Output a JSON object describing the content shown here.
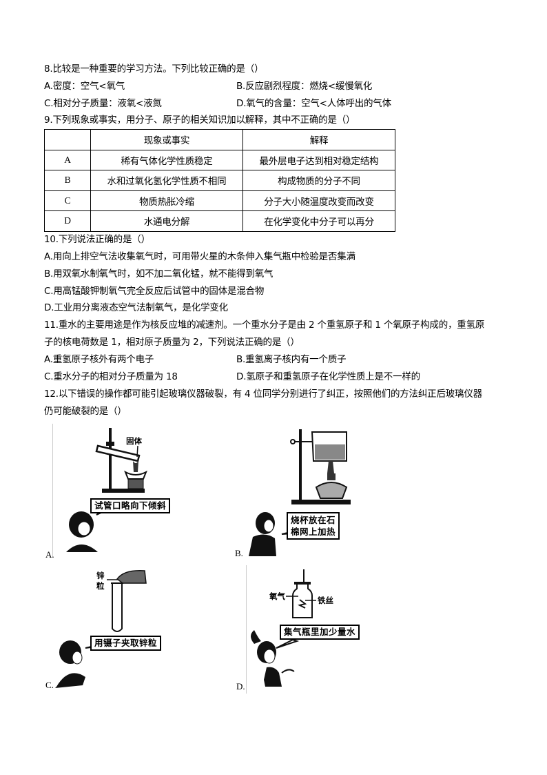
{
  "q8": {
    "stem": "8.比较是一种重要的学习方法。下列比较正确的是（）",
    "options": [
      "A.密度：空气<氧气",
      "B.反应剧烈程度：燃烧<缓慢氧化",
      "C.相对分子质量：液氧<液氮",
      "D.氧气的含量：空气<人体呼出的气体"
    ]
  },
  "q9": {
    "stem": "9.下列现象或事实，用分子、原子的相关知识加以解释，其中不正确的是（）",
    "table": {
      "headers": [
        "",
        "现象或事实",
        "解释"
      ],
      "rows": [
        [
          "A",
          "稀有气体化学性质稳定",
          "最外层电子达到相对稳定结构"
        ],
        [
          "B",
          "水和过氧化氢化学性质不相同",
          "构成物质的分子不同"
        ],
        [
          "C",
          "物质热胀冷缩",
          "分子大小随温度改变而改变"
        ],
        [
          "D",
          "水通电分解",
          "在化学变化中分子可以再分"
        ]
      ]
    }
  },
  "q10": {
    "stem": "10.下列说法正确的是（）",
    "options": [
      "A.用向上排空气法收集氧气时，可用带火星的木条伸入集气瓶中检验是否集满",
      "B.用双氧水制氧气时，如不加二氧化锰，就不能得到氧气",
      "C.用高锰酸钾制氧气完全反应后试管中的固体是混合物",
      "D.工业用分离液态空气法制氧气，是化学变化"
    ]
  },
  "q11": {
    "stem_line1": "11.重水的主要用途是作为核反应堆的减速剂。一个重水分子是由 2 个重氢原子和 1 个氧原子构成的，重氢原",
    "stem_line2": "子的核电荷数是 1，相对原子质量为 2，下列说法正确的是（）",
    "options": [
      "A.重氢原子核外有两个电子",
      "B.重氢离子核内有一个质子",
      "C.重水分子的相对分子质量为 18",
      "D.氢原子和重氢原子在化学性质上是不一样的"
    ]
  },
  "q12": {
    "stem_line1": "12.以下错误的操作都可能引起玻璃仪器破裂，有 4 位同学分别进行了纠正，按照他们的方法纠正后玻璃仪器",
    "stem_line2": "仍可能破裂的是（）",
    "figures": [
      {
        "label": "A.",
        "bubble": "试管口略向下倾斜",
        "annotation": "固体"
      },
      {
        "label": "B.",
        "bubble_line1": "烧杯放在石",
        "bubble_line2": "棉网上加热"
      },
      {
        "label": "C.",
        "bubble": "用镊子夹取锌粒",
        "annotation_line1": "锌",
        "annotation_line2": "粒"
      },
      {
        "label": "D.",
        "bubble": "集气瓶里加少量水",
        "annotation_left": "氧气",
        "annotation_right": "铁丝"
      }
    ]
  }
}
